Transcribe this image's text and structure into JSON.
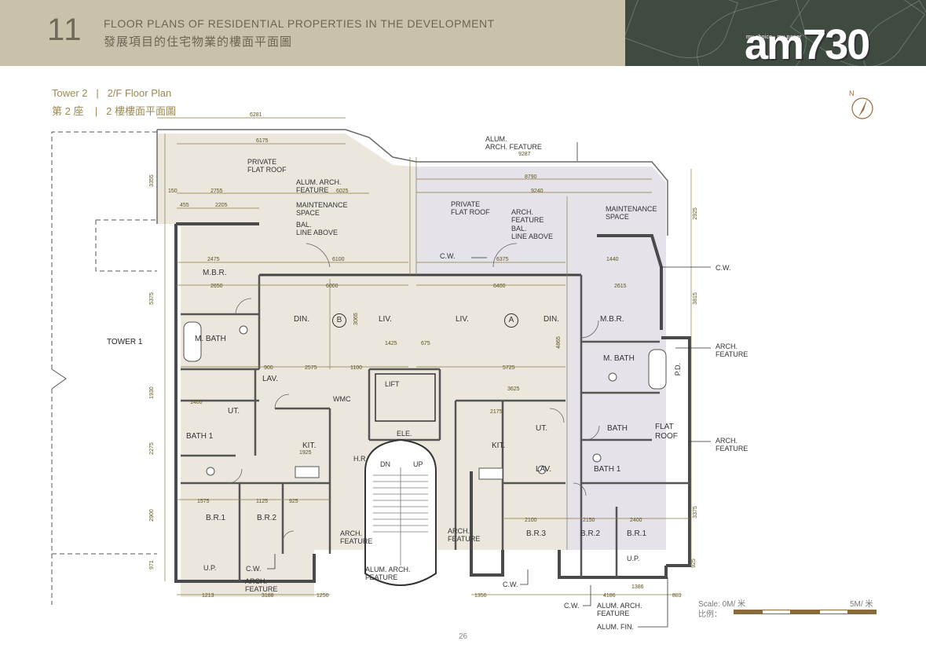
{
  "header": {
    "page_number": "11",
    "title_en": "FLOOR PLANS OF RESIDENTIAL PROPERTIES IN THE DEVELOPMENT",
    "title_zh": "發展項目的住宅物業的樓面平面圖"
  },
  "logo": {
    "tagline": "my choice . my paper",
    "name": "am730"
  },
  "subtitle": {
    "line1": "Tower 2   |   2/F Floor Plan",
    "line2": "第 2 座    |   2 樓樓面平面圖"
  },
  "compass": {
    "label": "N"
  },
  "plan": {
    "tower1": "TOWER 1",
    "units": [
      "B",
      "A"
    ],
    "labels": {
      "private_flat_roof_b": "PRIVATE\nFLAT ROOF",
      "private_flat_roof_a": "PRIVATE\nFLAT ROOF",
      "alum_arch_feature_1": "ALUM. ARCH.\nFEATURE",
      "maintenance_space_1": "MAINTENANCE\nSPACE",
      "bal_line_above_1": "BAL.\nLINE ABOVE",
      "alum_arch_feature_top": "ALUM.\nARCH. FEATURE",
      "arch_feature_a": "ARCH.\nFEATURE",
      "maintenance_space_2": "MAINTENANCE\nSPACE",
      "bal_line_above_2": "BAL.\nLINE ABOVE",
      "cw_1": "C.W.",
      "cw_right": "C.W.",
      "arch_feature_r1": "ARCH.\nFEATURE",
      "arch_feature_r2": "ARCH.\nFEATURE",
      "flat_roof": "FLAT\nROOF",
      "pd": "P.D.",
      "lift": "LIFT",
      "ele": "ELE.",
      "dn": "DN",
      "up": "UP",
      "wmc": "WMC",
      "hr": "H.R.",
      "arch_feature_b1": "ARCH.\nFEATURE",
      "arch_feature_b2": "ARCH.\nFEATURE",
      "arch_feature_b3": "ARCH.\nFEATURE",
      "alum_arch_feature_b": "ALUM. ARCH.\nFEATURE",
      "cw_b1": "C.W.",
      "cw_b2": "C.W.",
      "cw_b3": "C.W.",
      "alum_arch_feature_b2": "ALUM. ARCH.\nFEATURE",
      "alum_fin": "ALUM. FIN."
    },
    "rooms": {
      "mbr_b": "M.B.R.",
      "din_b": "DIN.",
      "liv_b": "LIV.",
      "liv_a": "LIV.",
      "din_a": "DIN.",
      "mbr_a": "M.B.R.",
      "mbath_b": "M. BATH",
      "mbath_a": "M. BATH",
      "lav_b": "LAV.",
      "ut_b": "UT.",
      "bath1_b": "BATH 1",
      "kit_b": "KIT.",
      "kit_a": "KIT.",
      "ut_a": "UT.",
      "lav_a": "LAV.",
      "bath_a": "BATH",
      "bath1_a": "BATH 1",
      "br1_b": "B.R.1",
      "br2_b": "B.R.2",
      "br3_a": "B.R.3",
      "br2_a": "B.R.2",
      "br1_a": "B.R.1",
      "up_b": "U.P.",
      "up_a": "U.P."
    },
    "dims": [
      "6281",
      "6175",
      "3355",
      "150",
      "2755",
      "6025",
      "2205",
      "455",
      "8790",
      "9240",
      "9287",
      "2475",
      "2650",
      "6100",
      "6000",
      "6375",
      "6400",
      "1440",
      "2615",
      "5375",
      "3065",
      "4865",
      "1425",
      "675",
      "5725",
      "3625",
      "2575",
      "900",
      "1100",
      "1400",
      "1930",
      "2275",
      "1925",
      "1575",
      "1125",
      "925",
      "2175",
      "2100",
      "2150",
      "2400",
      "2900",
      "3188",
      "1213",
      "1250",
      "1350",
      "4186",
      "1386",
      "889",
      "2925",
      "3815",
      "3375",
      "925",
      "971"
    ]
  },
  "scale": {
    "label": "Scale: 0M/ 米",
    "label_zh": "比例：",
    "max": "5M/ 米"
  },
  "footer": {
    "page": "26"
  },
  "colors": {
    "header_bg": "#c9c2ab",
    "banner_bg": "#3f4b40",
    "accent": "#9a8a55",
    "wall": "#4a4a4a",
    "floor_b": "#ebe7dd",
    "floor_a": "#e6e2ea",
    "dim": "#8a7d3e"
  }
}
